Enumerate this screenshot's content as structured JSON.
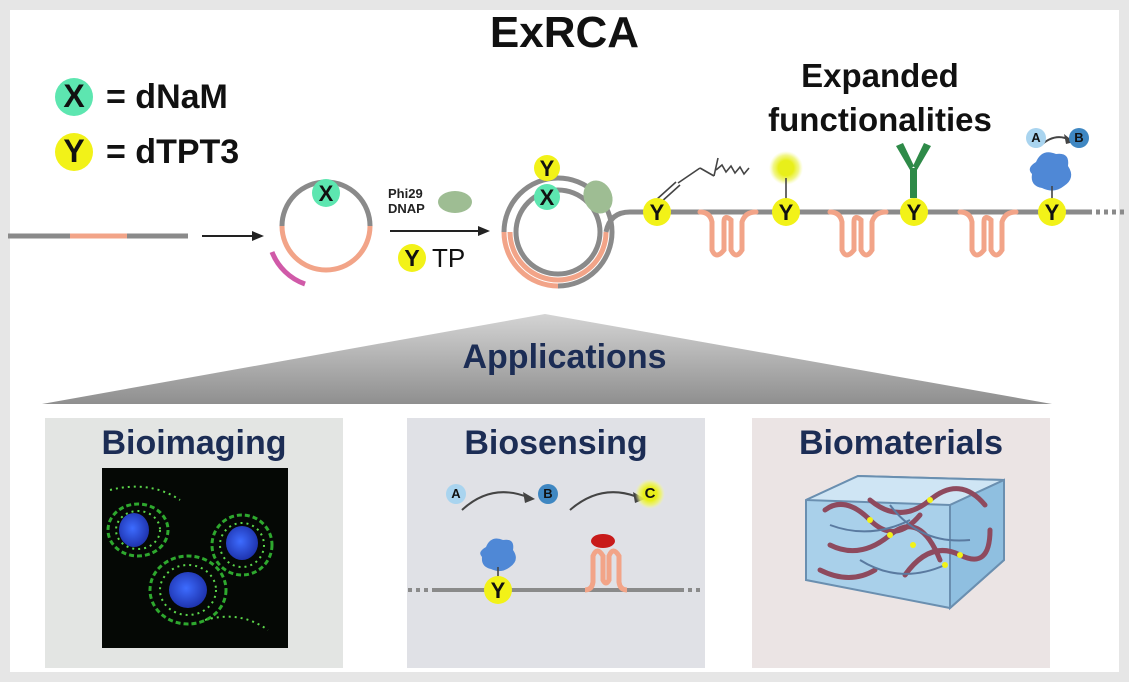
{
  "title": "ExRCA",
  "legend": [
    {
      "symbol": "X",
      "text": "= dNaM",
      "color": "#5de6b0"
    },
    {
      "symbol": "Y",
      "text": "= dTPT3",
      "color": "#f2f218"
    }
  ],
  "polymerase": {
    "line1": "Phi29",
    "line2": "DNAP",
    "triphosphate_symbol": "Y",
    "triphosphate_suffix": "TP"
  },
  "expanded": {
    "line1": "Expanded",
    "line2": "functionalities"
  },
  "reaction": {
    "substrate": "A",
    "product": "B"
  },
  "applications_label": "Applications",
  "panels": [
    {
      "title": "Bioimaging",
      "bg": "#e3e5e3"
    },
    {
      "title": "Biosensing",
      "bg": "#e0e1e6"
    },
    {
      "title": "Biomaterials",
      "bg": "#ebe4e4"
    }
  ],
  "biosensing": {
    "substrate": "A",
    "product": "B",
    "signal": "C",
    "symbol": "Y"
  },
  "colors": {
    "x_base": "#5de6b0",
    "y_base": "#f2f218",
    "dna_gray": "#8a8a8a",
    "dna_salmon": "#f2a488",
    "primer": "#d05aa8",
    "enzyme_blue": "#3f87d8",
    "antibody_green": "#2e8a48",
    "applications_text": "#1c2d55"
  }
}
